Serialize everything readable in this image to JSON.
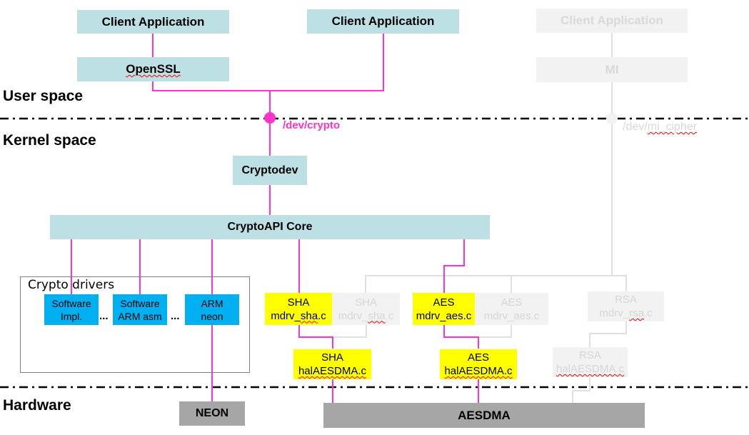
{
  "colors": {
    "active_wire": "#ff33cc",
    "inactive_wire": "#d9d9d9",
    "userspace_box": "#bce0e3",
    "inactive_box": "#f2f2f2",
    "driver_box": "#00b0f0",
    "hw_driver_box": "#ffff00",
    "hardware_box": "#a6a6a6"
  },
  "zones": {
    "user_space": "User space",
    "kernel_space": "Kernel space",
    "hardware": "Hardware"
  },
  "user_space": {
    "client_app_1": "Client Application",
    "openssl": "OpenSSL",
    "client_app_2": "Client Application",
    "client_app_3": "Client Application",
    "mi": "MI"
  },
  "interfaces": {
    "dev_crypto": "/dev/crypto",
    "dev_mi_cipher_prefix": "/dev/",
    "dev_mi_cipher_suffix": "mi_cipher"
  },
  "kernel": {
    "cryptodev": "Cryptodev",
    "cryptoapi_core": "CryptoAPI Core",
    "crypto_drivers_title": "Crypto drivers",
    "drivers": [
      {
        "line1": "Software",
        "line2": "Impl."
      },
      {
        "line1": "Software",
        "line2": "ARM asm"
      },
      {
        "line1": "ARM",
        "line2": "neon"
      }
    ],
    "ellipsis": "...",
    "mdrv": [
      {
        "line1": "SHA",
        "line2_a": "mdrv_",
        "line2_b": "sha",
        "line2_c": ".c",
        "active": true
      },
      {
        "line1": "SHA",
        "line2_a": "mdrv_",
        "line2_b": "sha",
        "line2_c": ".c",
        "active": false
      },
      {
        "line1": "AES",
        "line2_a": "mdrv_aes.c",
        "active": true
      },
      {
        "line1": "AES",
        "line2_a": "mdrv_aes.c",
        "active": false
      },
      {
        "line1": "RSA",
        "line2_a": "mdrv_",
        "line2_b": "rsa",
        "line2_c": ".c",
        "active": false
      }
    ],
    "hal": [
      {
        "line1": "SHA",
        "line2": "halAESDMA.c",
        "active": true
      },
      {
        "line1": "AES",
        "line2": "halAESDMA.c",
        "active": true
      },
      {
        "line1": "RSA",
        "line2": "halAESDMA.c",
        "active": false
      }
    ]
  },
  "hardware": {
    "neon": "NEON",
    "aesdma": "AESDMA"
  }
}
